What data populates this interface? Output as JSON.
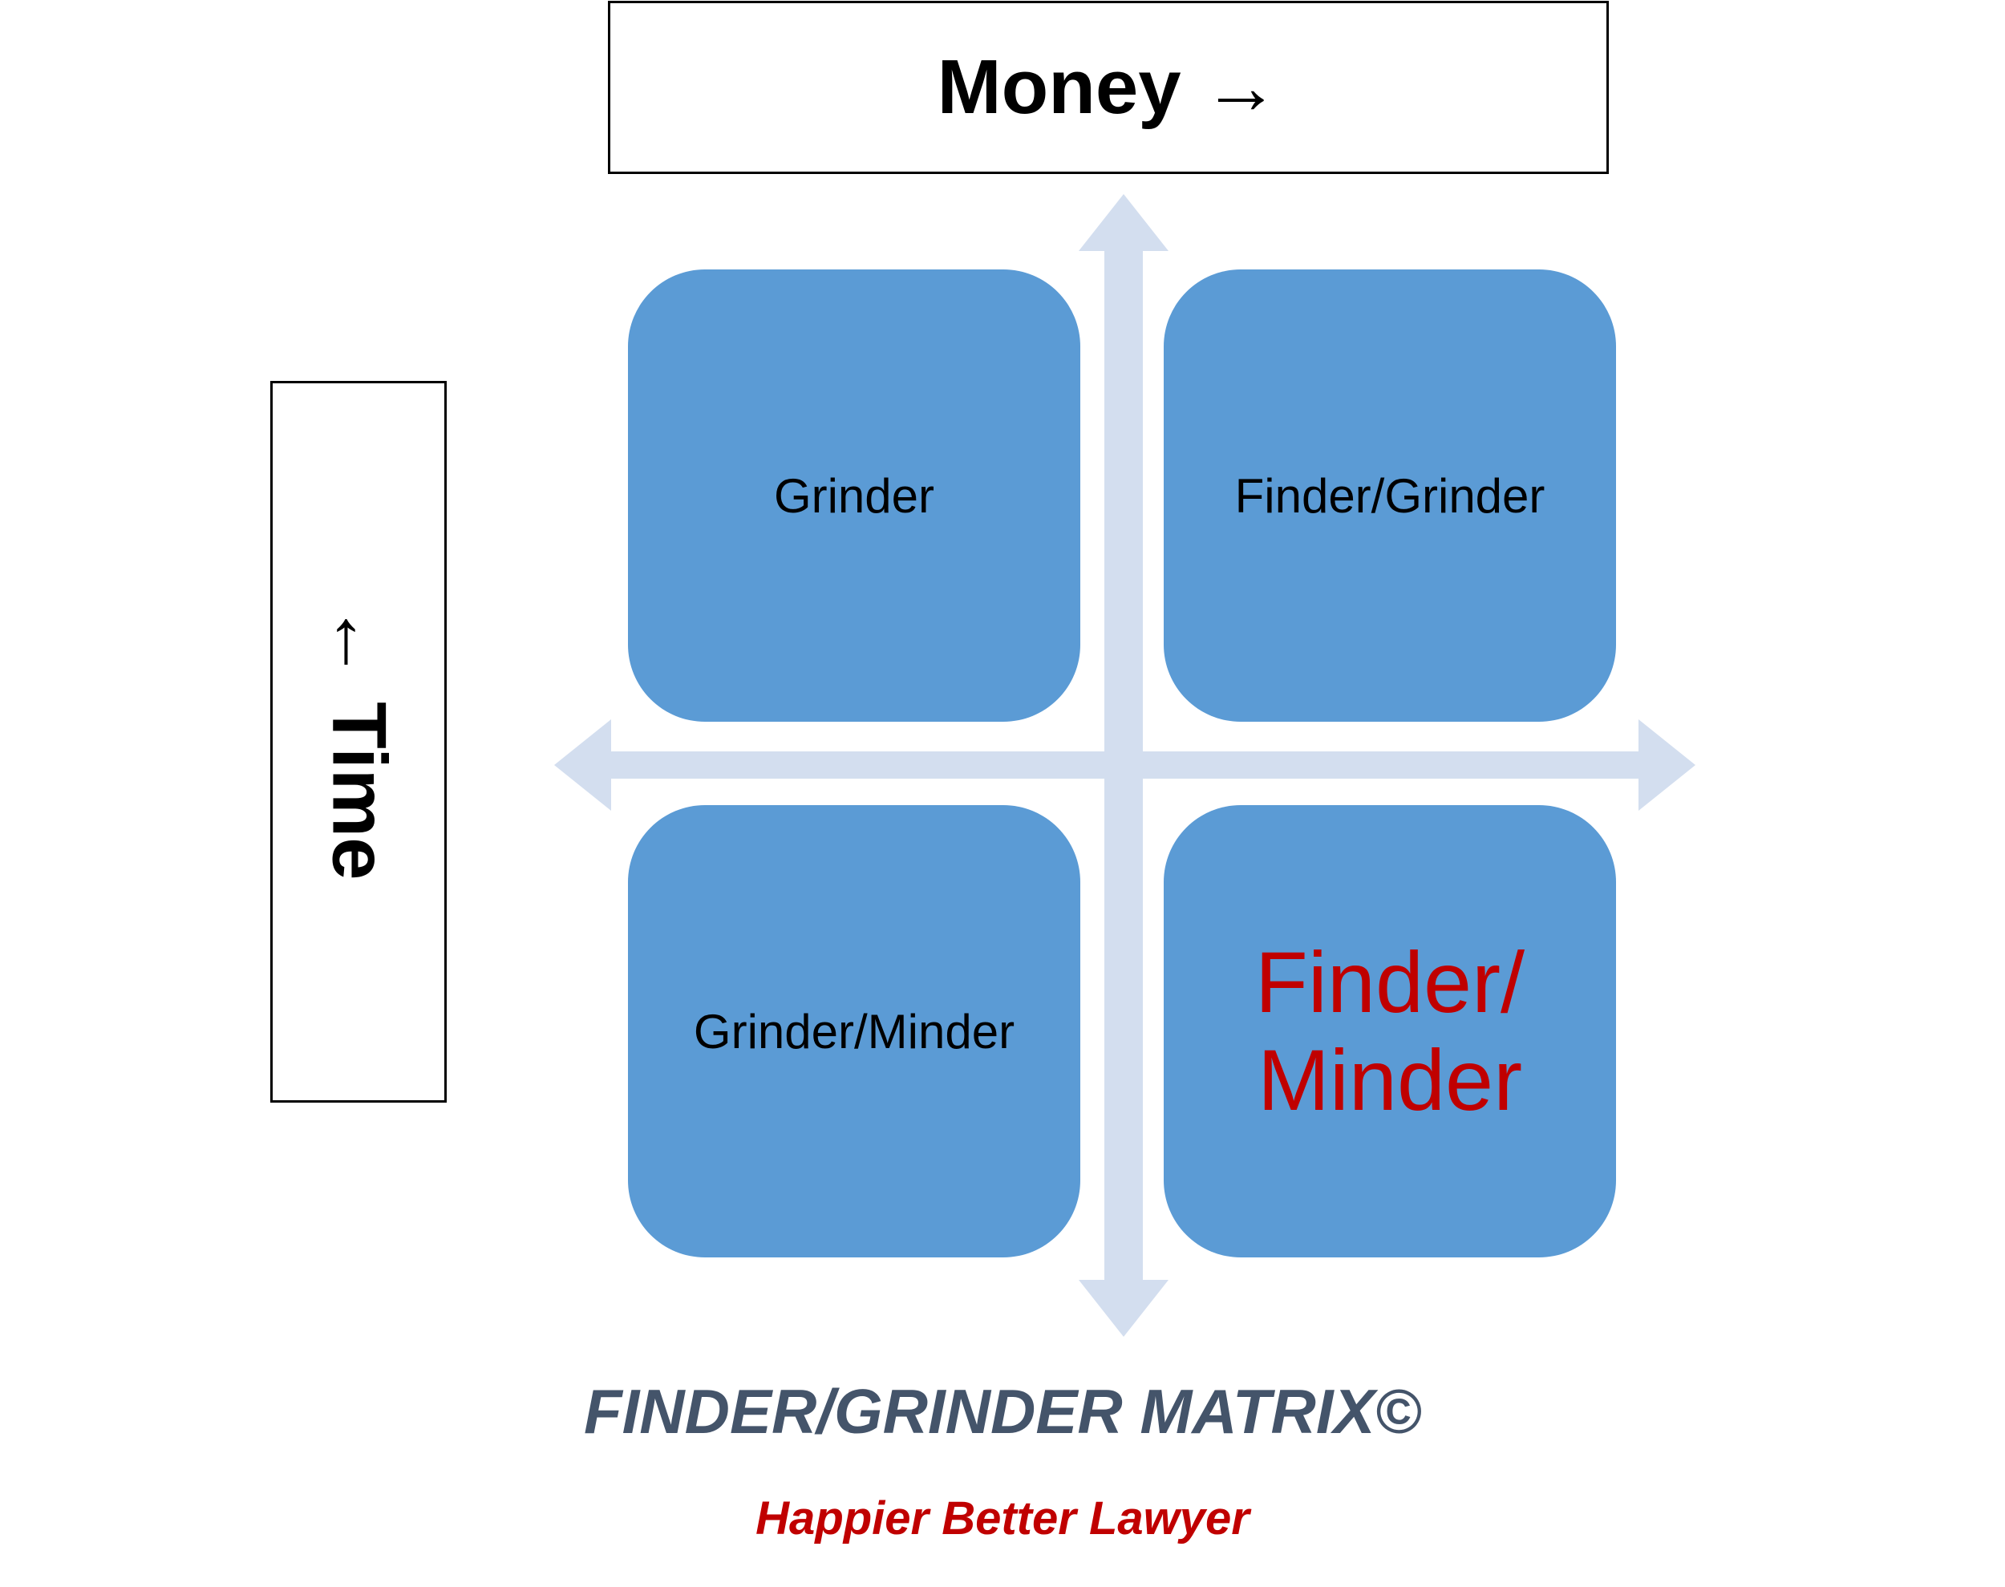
{
  "axes": {
    "money_label": "Money →",
    "time_label": "← Time"
  },
  "quadrants": [
    {
      "label": "Grinder"
    },
    {
      "label": "Finder/Grinder"
    },
    {
      "label": "Grinder/Minder"
    },
    {
      "label": "Finder/ Minder"
    }
  ],
  "footer": {
    "title": "FINDER/GRINDER MATRIX©",
    "subtitle": "Happier Better Lawyer"
  },
  "colors": {
    "quadrant_fill": "#5b9bd5",
    "axis_arrow": "#d3deef",
    "quadrant_text": "#000000",
    "highlight_text": "#c00000",
    "title_text": "#44546a",
    "subtitle_text": "#c00000"
  }
}
